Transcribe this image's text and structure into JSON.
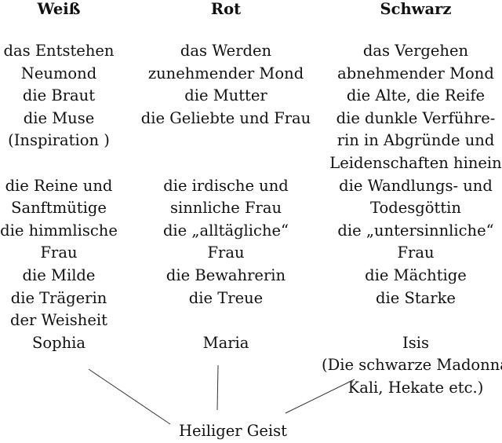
{
  "columns": [
    {
      "header": "Weiß",
      "lines": [
        "das Entstehen",
        "Neumond",
        "die Braut",
        "die Muse",
        "(Inspiration )",
        "",
        "die Reine und",
        "Sanftmütige",
        "die himmlische",
        "Frau",
        "die Milde",
        "die Trägerin",
        "der Weisheit",
        "Sophia"
      ]
    },
    {
      "header": "Rot",
      "lines": [
        "das Werden",
        "zunehmender Mond",
        "die Mutter",
        "die Geliebte und Frau",
        "",
        "",
        "die irdische und",
        "sinnliche Frau",
        "die „alltägliche“",
        "Frau",
        "die Bewahrerin",
        "die Treue",
        "",
        "Maria"
      ]
    },
    {
      "header": "Schwarz",
      "lines": [
        "das Vergehen",
        "abnehmender Mond",
        "die Alte, die Reife",
        "die dunkle Verführe-",
        "rin in Abgründe und",
        "Leidenschaften hinein",
        "die Wandlungs- und",
        "Todesgöttin",
        "die „untersinnliche“",
        "Frau",
        "die Mächtige",
        "die Starke",
        "",
        "Isis",
        "(Die schwarze Madonna,",
        "Kali, Hekate etc.)"
      ]
    }
  ],
  "bottom": "Heiliger Geist"
}
